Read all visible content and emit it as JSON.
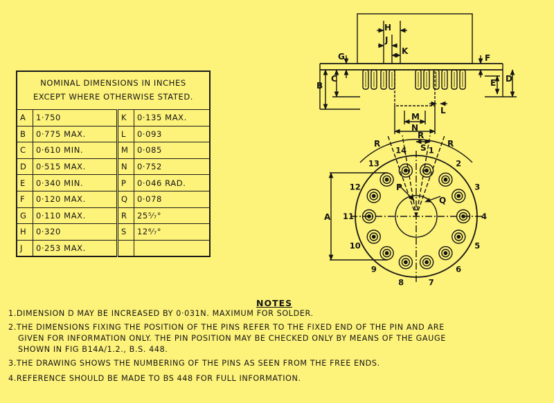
{
  "table": {
    "header_line1": "NOMINAL  DIMENSIONS  IN  INCHES",
    "header_line2": "EXCEPT  WHERE  OTHERWISE  STATED.",
    "rows": [
      {
        "k1": "A",
        "v1": "1·750",
        "k2": "K",
        "v2": "0·135 MAX."
      },
      {
        "k1": "B",
        "v1": "0·775 MAX.",
        "k2": "L",
        "v2": "0·093"
      },
      {
        "k1": "C",
        "v1": "0·610 MIN.",
        "k2": "M",
        "v2": "0·085"
      },
      {
        "k1": "D",
        "v1": "0·515 MAX.",
        "k2": "N",
        "v2": "0·752"
      },
      {
        "k1": "E",
        "v1": "0·340 MIN.",
        "k2": "P",
        "v2": "0·046 RAD."
      },
      {
        "k1": "F",
        "v1": "0·120 MAX.",
        "k2": "Q",
        "v2": "0·078"
      },
      {
        "k1": "G",
        "v1": "0·110 MAX.",
        "k2": "R",
        "v2": "25⁵⁄₇°"
      },
      {
        "k1": "H",
        "v1": "0·320",
        "k2": "S",
        "v2": "12⁶⁄₇°"
      },
      {
        "k1": "J",
        "v1": "0·253 MAX.",
        "k2": "",
        "v2": ""
      }
    ]
  },
  "side_view": {
    "labels": {
      "H": "H",
      "J": "J",
      "K": "K",
      "G": "G",
      "F": "F",
      "B": "B",
      "C": "C",
      "E": "E",
      "D": "D",
      "L": "L",
      "M": "M",
      "N": "N"
    }
  },
  "end_view": {
    "labels": {
      "A": "A",
      "R_left": "R",
      "R_top": "R",
      "R_right": "R",
      "S": "S",
      "P": "P",
      "Q": "Q"
    },
    "pins": [
      "1",
      "2",
      "3",
      "4",
      "5",
      "6",
      "7",
      "8",
      "9",
      "10",
      "11",
      "12",
      "13",
      "14"
    ]
  },
  "notes": {
    "title": "NOTES",
    "n1": "1.DIMENSION  D  MAY  BE  INCREASED  BY  0·031N.  MAXIMUM  FOR  SOLDER.",
    "n2a": "2.THE  DIMENSIONS  FIXING  THE  POSITION  OF  THE  PINS  REFER  TO  THE  FIXED END  OF  THE  PIN AND ARE",
    "n2b": "GIVEN  FOR  INFORMATION  ONLY. THE  PIN  POSITION MAY  BE  CHECKED  ONLY BY MEANS  OF  THE  GAUGE",
    "n2c": "SHOWN  IN  FIG  B14A/1.2., B.S. 448.",
    "n3": "3.THE  DRAWING  SHOWS  THE  NUMBERING  OF  THE  PINS  AS  SEEN  FROM  THE  FREE  ENDS.",
    "n4": "4.REFERENCE  SHOULD  BE  MADE  TO  BS 448  FOR  FULL  INFORMATION."
  },
  "colors": {
    "paper": "#fdf27a",
    "ink": "#141414"
  }
}
